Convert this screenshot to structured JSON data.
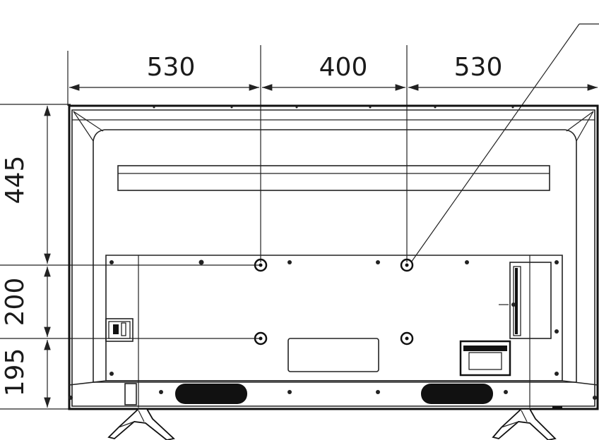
{
  "dimensions": {
    "top_left": "530",
    "top_middle": "400",
    "top_right": "530",
    "left_top": "445",
    "left_middle": "200",
    "left_bottom": "195"
  }
}
